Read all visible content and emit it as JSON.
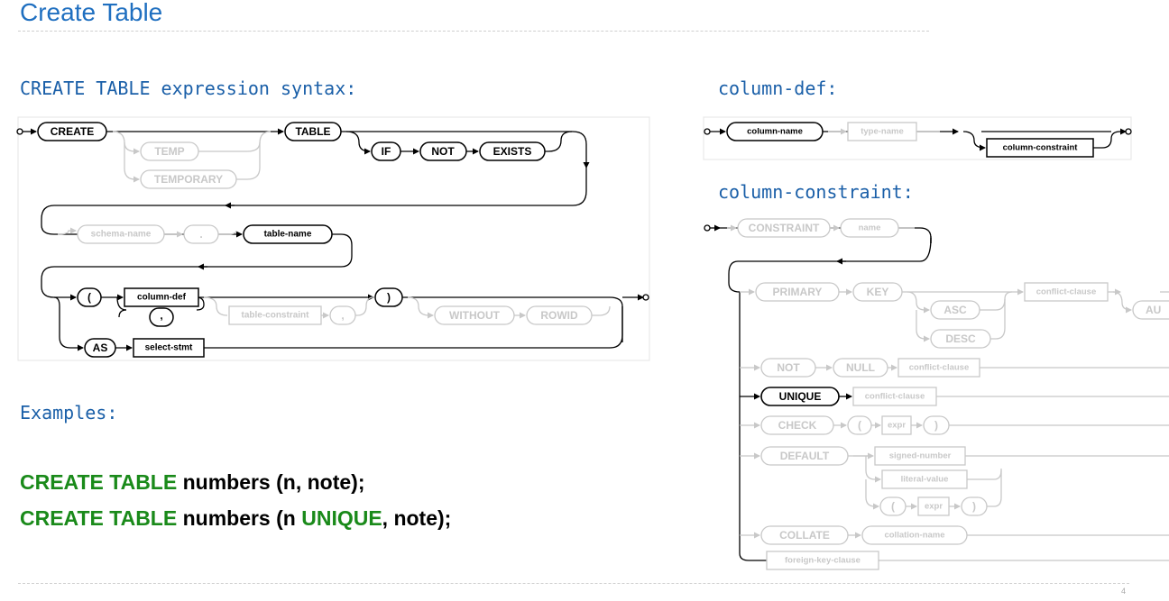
{
  "page": {
    "title": "Create Table",
    "page_number": "4"
  },
  "create_table": {
    "heading": "CREATE TABLE expression syntax:",
    "tokens": {
      "create": "CREATE",
      "temp": "TEMP",
      "temporary": "TEMPORARY",
      "table": "TABLE",
      "if": "IF",
      "not": "NOT",
      "exists": "EXISTS",
      "schema_name": "schema-name",
      "dot": ".",
      "table_name": "table-name",
      "lparen": "(",
      "column_def": "column-def",
      "comma": ",",
      "table_constraint": "table-constraint",
      "comma2": ",",
      "rparen": ")",
      "without": "WITHOUT",
      "rowid": "ROWID",
      "as": "AS",
      "select_stmt": "select-stmt"
    }
  },
  "column_def": {
    "heading": "column-def:",
    "tokens": {
      "column_name": "column-name",
      "type_name": "type-name",
      "column_constraint": "column-constraint"
    }
  },
  "column_constraint": {
    "heading": "column-constraint:",
    "tokens": {
      "constraint": "CONSTRAINT",
      "name": "name",
      "primary": "PRIMARY",
      "key": "KEY",
      "asc": "ASC",
      "desc": "DESC",
      "conflict_clause_1": "conflict-clause",
      "autoincrement_partial": "AU",
      "not": "NOT",
      "null": "NULL",
      "conflict_clause_2": "conflict-clause",
      "unique": "UNIQUE",
      "conflict_clause_3": "conflict-clause",
      "check": "CHECK",
      "check_lparen": "(",
      "check_expr": "expr",
      "check_rparen": ")",
      "default": "DEFAULT",
      "signed_number": "signed-number",
      "literal_value": "literal-value",
      "default_lparen": "(",
      "default_expr": "expr",
      "default_rparen": ")",
      "collate": "COLLATE",
      "collation_name": "collation-name",
      "foreign_key_clause": "foreign-key-clause"
    }
  },
  "examples": {
    "heading": "Examples:",
    "line1": {
      "kw": "CREATE TABLE",
      "rest": " numbers (n, note);"
    },
    "line2": {
      "kw1": "CREATE TABLE",
      "mid": " numbers (n ",
      "kw2": "UNIQUE",
      "rest": ", note);"
    }
  }
}
